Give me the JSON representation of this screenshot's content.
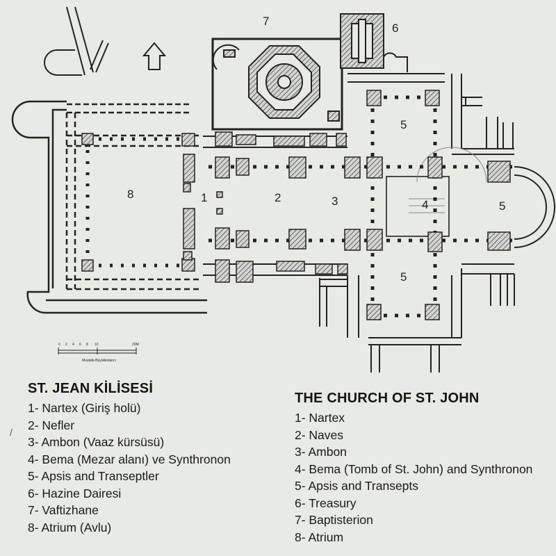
{
  "plan": {
    "room_numbers": [
      "1",
      "2",
      "3",
      "4",
      "5",
      "5",
      "5",
      "6",
      "7",
      "8"
    ],
    "scale_ticks": [
      "0",
      "2",
      "4",
      "6",
      "8",
      "10"
    ],
    "scale_end": "20M",
    "author": "Mustafa Büyükkolancı"
  },
  "legend_tr": {
    "title": "ST. JEAN KİLİSESİ",
    "items": [
      "1- Nartex (Giriş holü)",
      "2- Nefler",
      "3- Ambon (Vaaz kürsüsü)",
      "4- Bema (Mezar alanı) ve Synthronon",
      "5- Apsis and Transeptler",
      "6- Hazine Dairesi",
      "7- Vaftizhane",
      "8- Atrium (Avlu)"
    ]
  },
  "legend_en": {
    "title": "THE CHURCH OF ST. JOHN",
    "items": [
      "1- Nartex",
      "2- Naves",
      "3- Ambon",
      "4- Bema (Tomb of St. John) and Synthronon",
      "5- Apsis and Transepts",
      "6- Treasury",
      "7- Baptisterion",
      "8- Atrium"
    ]
  }
}
